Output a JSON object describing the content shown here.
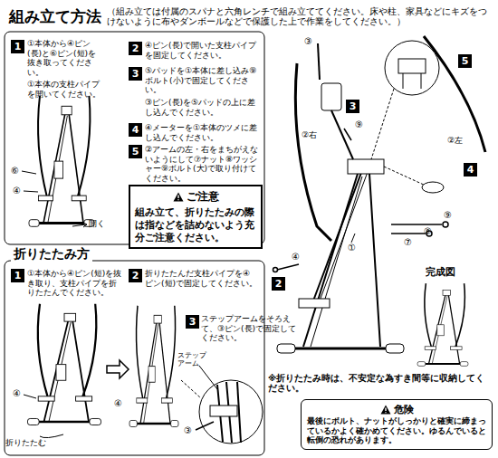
{
  "diagram": {
    "title": "組み立て方法",
    "nodes": [
      {
        "text": [
          "1"
        ]
      },
      {
        "text": [
          "2"
        ]
      },
      {
        "text": [
          "3"
        ]
      },
      {
        "text": [
          "4"
        ]
      },
      {
        "text": [
          "5"
        ]
      },
      {
        "text": [
          "ご注意",
          "組み立て、折りたたみの際は指などを詰めないよう充分ご注意ください。"
        ]
      },
      {
        "text": [
          "3"
        ]
      },
      {
        "text": [
          "5"
        ]
      },
      {
        "text": [
          "4"
        ]
      },
      {
        "text": [
          "2"
        ]
      },
      {
        "text": [
          "1"
        ]
      },
      {
        "text": [
          "2"
        ]
      },
      {
        "text": [
          "3"
        ]
      },
      {
        "text": [
          "危険",
          "最後にボルト、ナットがしっかりと確実に締まっているかよく確かめてください。ゆるんでいると転倒の恐れがあります。"
        ]
      }
    ],
    "labels": [
      "（組み立ては付属のスパナと六角レンチで組み立ててください。床や柱、家具などにキズをつけないように布やダンボールなどで保護した上で作業をしてください。）",
      "①本体から④ピン(長)と⑥ピン(短)を抜き取ってください。",
      "①本体の支柱パイプを開いてください。",
      "④ピン(長)で開いた支柱パイプを固定してください。",
      "⑤パッドを①本体に差し込み⑨ボルト(小)で固定してください。",
      "③ピン(長)を⑤パッドの上に差し込んでください。",
      "④メーターを①本体のツメに差し込んでください。",
      "②アームの左・右をまちがえないようにして⑦ナット⑧ワッシャー⑨ボルト(大)で取り付けてください。",
      "⑥",
      "④",
      "開く",
      "③",
      "②右",
      "②左",
      "⑨",
      "①",
      "⑦",
      "⑧",
      "⑨",
      "④",
      "完成図",
      "折りたたみ方",
      "①本体から④ピン(短)を抜き取り、支柱パイプを折りたたんでください。",
      "折りたたんだ支柱パイプを④ピン(短)で固定してください。",
      "ステップアームをそろえて、③ピン(長)で固定してください。",
      "④",
      "折りたたむ",
      "ステップアーム",
      "④",
      "※折りたたみ時は、不安定な為すき間等に収納してください。",
      "③"
    ]
  }
}
